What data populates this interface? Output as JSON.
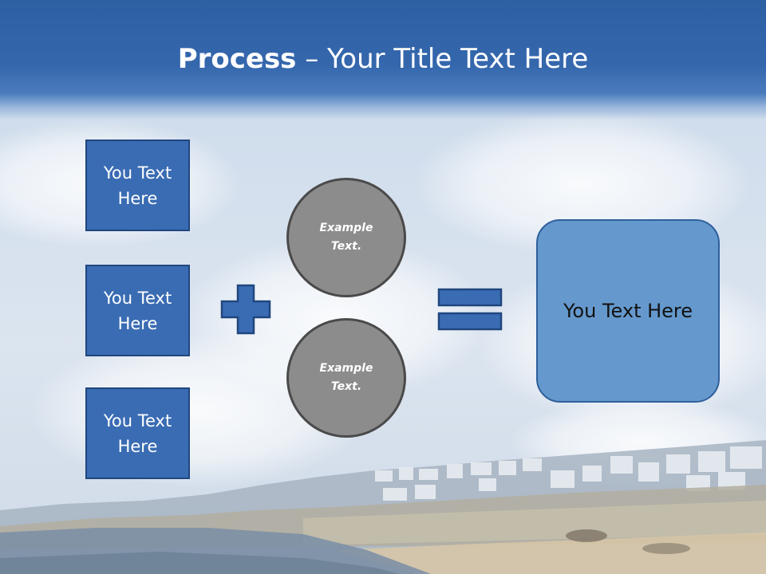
{
  "slide": {
    "title_bold": "Process",
    "title_rest": " – Your Title Text Here",
    "left_boxes": [
      {
        "label": "You Text Here"
      },
      {
        "label": "You Text Here"
      },
      {
        "label": "You Text Here"
      }
    ],
    "circles": [
      {
        "label": "Example Text."
      },
      {
        "label": "Example Text."
      }
    ],
    "result_box": {
      "label": "You Text Here"
    }
  },
  "colors": {
    "header_blue": "#2d5fa3",
    "box_blue": "#3a6cb3",
    "circle_gray": "#8c8c8c",
    "result_blue": "#6599cd"
  },
  "icons": {
    "operator_left": "plus-icon",
    "operator_right": "equals-icon"
  }
}
